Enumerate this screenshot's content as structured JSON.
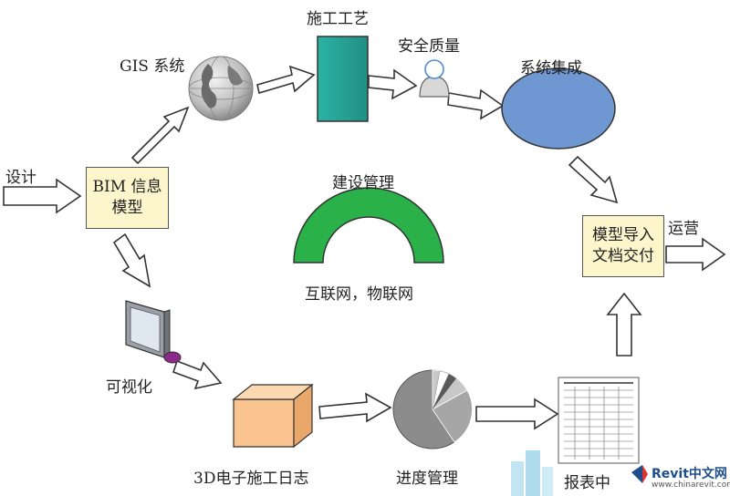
{
  "nodes": {
    "design": "设计",
    "bim": [
      "BIM 信息",
      "模型"
    ],
    "gis": "GIS 系统",
    "construction_process": "施工工艺",
    "safety_quality": "安全质量",
    "system_integration": "系统集成",
    "model_import": [
      "模型导入",
      "文档交付"
    ],
    "operation": "运营",
    "construction_management": "建设管理",
    "internet_iot": "互联网，物联网",
    "visualization": "可视化",
    "log_3d": "3D电子施工日志",
    "progress_management": "进度管理",
    "report": "报表中"
  },
  "watermark": {
    "brand": "Revit中文网",
    "url": "www.chinarevit.com"
  },
  "colors": {
    "teal": "#2fa89c",
    "blue_ellipse": "#6f97d2",
    "green_arc": "#2bb14a",
    "box_fill": "#fdf6cd",
    "cube": "#f9c48f",
    "brand_blue": "#1f4e8c"
  }
}
